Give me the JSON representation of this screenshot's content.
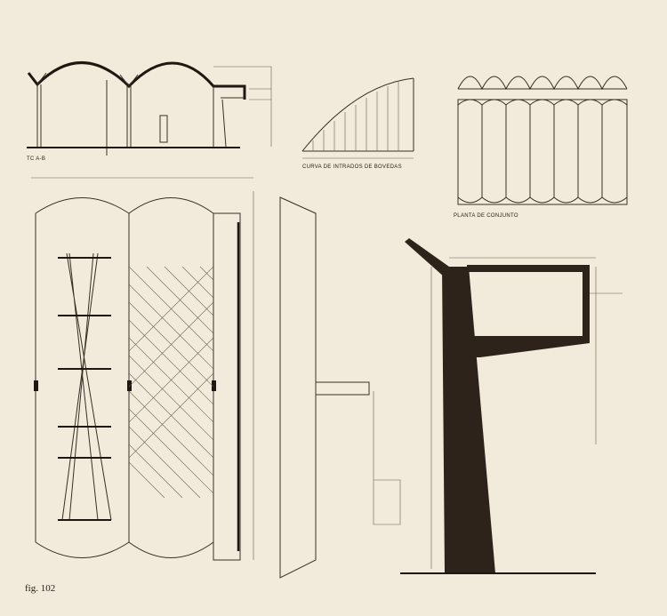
{
  "figure": {
    "caption": "fig. 102",
    "labels": {
      "section": "TC A-B",
      "curve": "CURVA DE INTRADOS DE BOVEDAS",
      "plan": "PLANTA DE CONJUNTO"
    }
  },
  "colors": {
    "paper": "#f2eadb",
    "ink": "#2a2018"
  }
}
